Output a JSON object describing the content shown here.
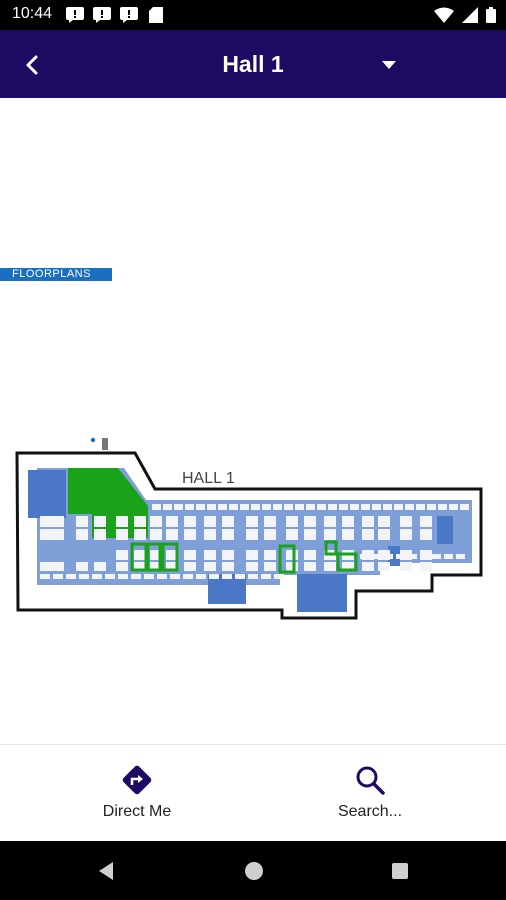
{
  "status_bar": {
    "time": "10:44"
  },
  "app_bar": {
    "title": "Hall 1"
  },
  "map": {
    "banner": "FLOORPLANS",
    "hall_label": "HALL 1",
    "colors": {
      "hall_fill": "#7f9fd8",
      "room_fill": "#4a77c6",
      "booth_fill": "#f2f4f8",
      "highlight": "#1aa31a"
    }
  },
  "actions": {
    "direct_me": {
      "label": "Direct Me",
      "icon": "directions-icon"
    },
    "search": {
      "label": "Search...",
      "icon": "search-icon"
    }
  },
  "theme": {
    "app_bar_color": "#1f0a63",
    "accent": "#1f0a63"
  }
}
